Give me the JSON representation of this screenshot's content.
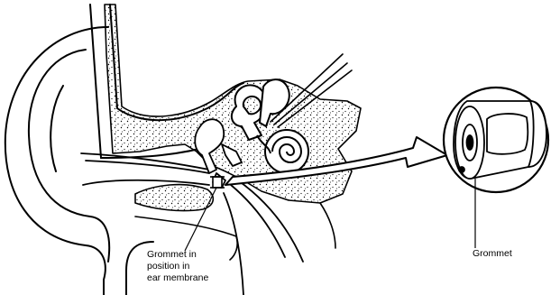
{
  "labels": {
    "grommet_in_position": [
      "Grommet in",
      "position in",
      "ear membrane"
    ],
    "grommet": "Grommet"
  },
  "colors": {
    "ink": "#000000",
    "paper": "#ffffff"
  }
}
